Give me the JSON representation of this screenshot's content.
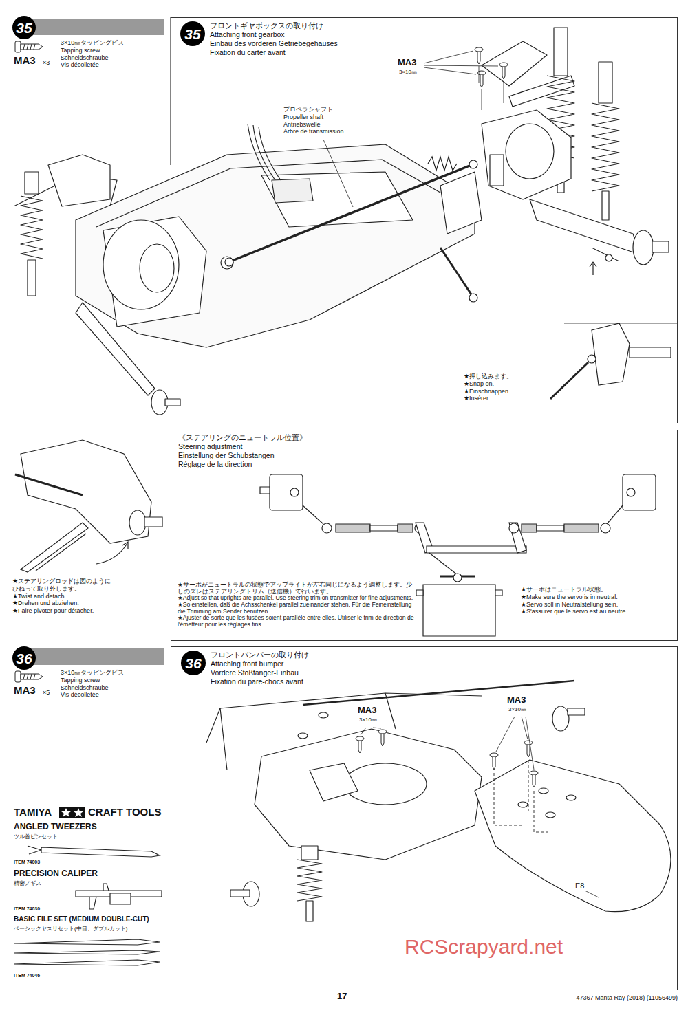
{
  "diagram": {
    "nodes": [
      {
        "text": [
          "35"
        ]
      },
      {
        "text": [
          "フロントギヤボックスの取り付け",
          "Attaching front gearbox",
          "Einbau des vorderen Getriebegehäuses",
          "Fixation du carter avant"
        ]
      },
      {
        "text": [
          "35"
        ],
        "in": 1
      },
      {
        "text": [
          "《ステアリングのニュートラル位置》",
          "Steering adjustment",
          "Einstellung der Schubstangen",
          "Réglage de la direction"
        ]
      },
      {
        "text": [
          "36"
        ]
      },
      {
        "text": [
          "フロントバンパーの取り付け",
          "Attaching front bumper",
          "Vordere Stoßfänger-Einbau",
          "Fixation du pare-chocs avant"
        ]
      },
      {
        "text": [
          "36"
        ],
        "in": 5
      }
    ],
    "labels": [
      "3×10㎜タッピングビス",
      "Tapping screw",
      "Schneidschraube",
      "Vis décolletée",
      "MA3",
      "×3",
      "MA3",
      "3×10㎜",
      "プロペラシャフト",
      "Propeller shaft",
      "Antriebswelle",
      "Arbre de transmission",
      "★押し込みます。",
      "★Snap on.",
      "★Einschnappen.",
      "★Insérer.",
      "★ステアリングロッドは図のように ひねって取り外します。",
      "★Twist and detach.",
      "★Drehen und abziehen.",
      "★Faire pivoter pour détacher.",
      "★サーボがニュートラルの状態でアップライトが左右同じになるよう調整します。少しのズレはステアリングトリム（送信機）で行います。",
      "★Adjust so that uprights are parallel. Use steering trim on transmitter for fine adjustments.",
      "★So einstellen, daß die Achsschenkel parallel zueinander stehen. Für die Feineinstellung die Trimming am Sender benutzen.",
      "★Ajuster de sorte que les fusées soient parallèle entre elles. Utiliser le trim de direction de l'émetteur pour les réglages fins.",
      "★サーボはニュートラル状態。",
      "★Make sure the servo is in neutral.",
      "★Servo soll in Neutralstellung sein.",
      "★S'assurer que le servo est au neutre.",
      "3×10㎜タッピングビス",
      "Tapping screw",
      "Schneidschraube",
      "Vis décolletée",
      "MA3",
      "×5",
      "TAMIYA",
      "CRAFT TOOLS",
      "ANGLED TWEEZERS",
      "ツル首ピンセット",
      "ITEM 74003",
      "PRECISION CALIPER",
      "精密ノギス",
      "ITEM 74030",
      "BASIC FILE SET (MEDIUM DOUBLE-CUT)",
      "ベーシックヤスリセット(中目、ダブルカット)",
      "ITEM 74046",
      "MA3",
      "3×10㎜",
      "MA3",
      "3×10㎜",
      "E8",
      "17",
      "47367 Manta Ray (2018) (11056499)",
      "RCScrapyard.net"
    ]
  }
}
